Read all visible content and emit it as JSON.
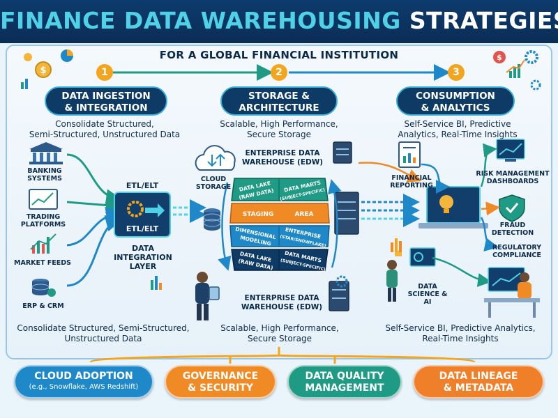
{
  "header": {
    "title_part1": "FINANCE DATA WAREHOUSING",
    "title_part2": "STRATEGIES",
    "subtitle": "FOR A GLOBAL FINANCIAL INSTITUTION"
  },
  "stages": [
    {
      "number": "1",
      "title_line1": "DATA INGESTION",
      "title_line2": "& INTEGRATION",
      "desc_line1": "Consolidate Structured,",
      "desc_line2": "Semi-Structured, Unstructured Data"
    },
    {
      "number": "2",
      "title_line1": "STORAGE &",
      "title_line2": "ARCHITECTURE",
      "desc_line1": "Scalable, High Performance,",
      "desc_line2": "Secure Storage"
    },
    {
      "number": "3",
      "title_line1": "CONSUMPTION",
      "title_line2": "& ANALYTICS",
      "desc_line1": "Self-Service BI, Predictive",
      "desc_line2": "Analytics, Real-Time Insights"
    }
  ],
  "sources": {
    "banking_line1": "BANKING",
    "banking_line2": "SYSTEMS",
    "trading_line1": "TRADING",
    "trading_line2": "PLATFORMS",
    "market": "MARKET FEEDS",
    "erp": "ERP & CRM"
  },
  "etl": {
    "top_label": "ETL/ELT",
    "box_label": "ETL/ELT",
    "layer_line1": "DATA",
    "layer_line2": "INTEGRATION",
    "layer_line3": "LAYER"
  },
  "storage": {
    "cloud_line1": "CLOUD",
    "cloud_line2": "STORAGE",
    "edw_top_line1": "ENTERPRISE DATA",
    "edw_top_line2": "WAREHOUSE (EDW)",
    "edw_bottom_line1": "ENTERPRISE DATA",
    "edw_bottom_line2": "WAREHOUSE (EDW)",
    "layers": {
      "data_lake_top": "DATA LAKE",
      "raw_data_top": "(RAW DATA)",
      "data_marts_top": "DATA MARTS",
      "subject_top": "(SUBJECT-SPECIFIC)",
      "staging": "STAGING",
      "area": "AREA",
      "dimensional": "DIMENSIONAL",
      "modeling": "MODELING",
      "enterprise_model": "ENTERPRISE",
      "star_snowflake": "(STAR/SNOWFLAKE)",
      "data_lake_bottom": "DATA LAKE",
      "raw_data_bottom": "(RAW DATA)",
      "data_marts_bottom": "DATA MARTS",
      "subject_bottom": "(SUBJECT-SPECIFIC)"
    }
  },
  "consumers": {
    "financial_line1": "FINANCIAL",
    "financial_line2": "REPORTING",
    "risk_line1": "RISK MANAGEMENT",
    "risk_line2": "DASHBOARDS",
    "fraud_line1": "FRAUD",
    "fraud_line2": "DETECTION",
    "regulatory_line1": "REGULATORY",
    "regulatory_line2": "COMPLIANCE",
    "ds_line1": "DATA",
    "ds_line2": "SCIENCE & AI"
  },
  "bottom_descs": {
    "left_line1": "Consolidate Structured, Semi-Structured,",
    "left_line2": "Unstructured Data",
    "mid_line1": "Scalable, High Performance,",
    "mid_line2": "Secure Storage",
    "right_line1": "Self-Service BI, Predictive Analytics,",
    "right_line2": "Real-Time Insights"
  },
  "pillars": [
    {
      "line1": "CLOUD ADOPTION",
      "line2": "(e.g., Snowflake, AWS Redshift)",
      "color": "#1e88c8"
    },
    {
      "line1": "GOVERNANCE",
      "line2": "& SECURITY",
      "color": "#f08a24"
    },
    {
      "line1": "DATA QUALITY",
      "line2": "MANAGEMENT",
      "color": "#1f9a84"
    },
    {
      "line1": "DATA LINEAGE",
      "line2": "& METADATA",
      "color": "#f07f2a"
    }
  ],
  "colors": {
    "navy": "#0e3a66",
    "accent_cyan": "#4fd1e8",
    "teal": "#1f9a84",
    "orange": "#f08a24",
    "blue": "#1e88c8"
  }
}
